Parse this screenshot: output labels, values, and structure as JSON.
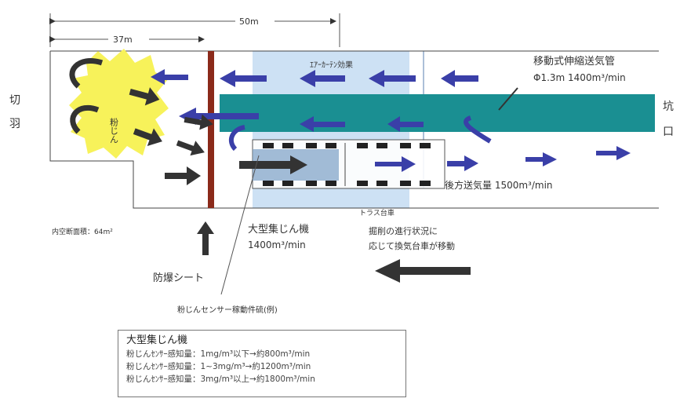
{
  "dimensions": {
    "d50": "50m",
    "d37": "37m"
  },
  "labels": {
    "face": [
      "切",
      "羽"
    ],
    "portal": [
      "坑",
      "口"
    ],
    "dust": "粉じん",
    "air_curtain": "ｴｱｰｶｰﾃﾝ効果",
    "duct_name": "移動式伸縮送気管",
    "duct_spec": "Φ1.3m  1400m³/min",
    "rear_air": "後方送気量  1500m³/min",
    "truss_cart": "トラス台車",
    "collector_name": "大型集じん機",
    "collector_rate": "1400m³/min",
    "move_note_1": "掘削の進行状況に",
    "move_note_2": "応じて換気台車が移動",
    "section_area": "内空断面積：64m²",
    "sheet": "防爆シート",
    "sensor_note": "粉じんセンサー稼動件硫(例)"
  },
  "legend": {
    "title": "大型集じん機",
    "lines": [
      "粉じんｾﾝｻｰ感知量：1mg/m³以下→約800m³/min",
      "粉じんｾﾝｻｰ感知量：1~3mg/m³→約1200m³/min",
      "粉じんｾﾝｻｰ感知量：3mg/m³以上→約1800m³/min"
    ]
  },
  "colors": {
    "duct": "#1a8f92",
    "arrow_blue": "#3a3fa8",
    "arrow_dark": "#333333",
    "dust": "#f7f25a",
    "sheet": "#8b2a1a",
    "curtain_zone": "#c4dcf2"
  }
}
